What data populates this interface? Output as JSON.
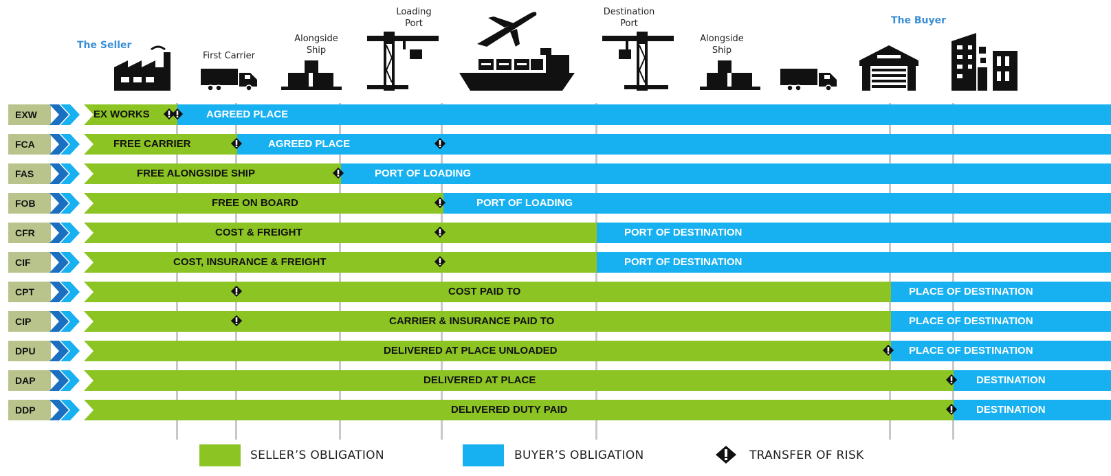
{
  "header": {
    "seller": "The Seller",
    "buyer": "The Buyer",
    "stages": {
      "first_carrier": "First Carrier",
      "alongside_ship_origin": [
        "Alongside",
        "Ship"
      ],
      "loading_port": [
        "Loading",
        "Port"
      ],
      "destination_port": [
        "Destination",
        "Port"
      ],
      "alongside_ship_dest": [
        "Alongside",
        "Ship"
      ]
    },
    "icons": [
      "factory-icon",
      "truck-icon",
      "cargo-pallet-icon",
      "port-crane-icon",
      "airplane-icon",
      "cargo-ship-icon",
      "port-crane-icon",
      "cargo-pallet-icon",
      "truck-icon",
      "warehouse-icon",
      "office-building-icon"
    ]
  },
  "rows": [
    {
      "code": "EXW",
      "seller": "EX WORKS",
      "buyer": "AGREED PLACE"
    },
    {
      "code": "FCA",
      "seller": "FREE CARRIER",
      "buyer": "AGREED PLACE"
    },
    {
      "code": "FAS",
      "seller": "FREE ALONGSIDE SHIP",
      "buyer": "PORT OF LOADING"
    },
    {
      "code": "FOB",
      "seller": "FREE  ON BOARD",
      "buyer": "PORT OF LOADING"
    },
    {
      "code": "CFR",
      "seller": "COST & FREIGHT",
      "buyer": "PORT OF DESTINATION"
    },
    {
      "code": "CIF",
      "seller": "COST, INSURANCE & FREIGHT",
      "buyer": "PORT OF DESTINATION"
    },
    {
      "code": "CPT",
      "seller": "COST PAID TO",
      "buyer": "PLACE OF DESTINATION"
    },
    {
      "code": "CIP",
      "seller": "CARRIER & INSURANCE PAID TO",
      "buyer": "PLACE OF DESTINATION"
    },
    {
      "code": "DPU",
      "seller": "DELIVERED AT PLACE UNLOADED",
      "buyer": "PLACE OF DESTINATION"
    },
    {
      "code": "DAP",
      "seller": "DELIVERED AT PLACE",
      "buyer": "DESTINATION"
    },
    {
      "code": "DDP",
      "seller": "DELIVERED DUTY PAID",
      "buyer": "DESTINATION"
    }
  ],
  "legend": {
    "seller": "SELLER’S OBLIGATION",
    "buyer": "BUYER’S OBLIGATION",
    "risk": "TRANSFER OF RISK"
  },
  "colors": {
    "seller_green": "#8cc424",
    "buyer_blue": "#17b0f0",
    "code_box": "#b9c48c",
    "chevron": "#1b6fc0",
    "risk_icon": "#111111"
  }
}
